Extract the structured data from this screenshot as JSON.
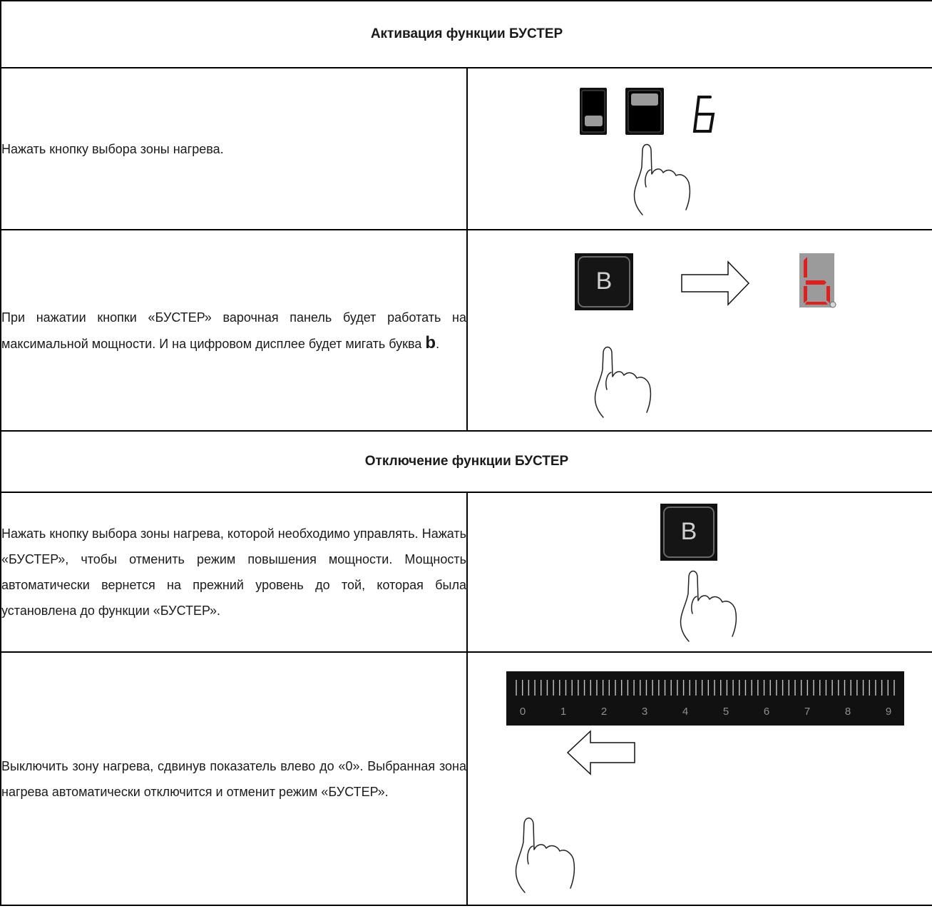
{
  "activation": {
    "title": "Активация функции БУСТЕР",
    "step1_text": "Нажать кнопку выбора зоны нагрева.",
    "step1_display_digit": "6",
    "step2_text_before": "При нажатии кнопки «БУСТЕР» варочная панель будет работать на максимальной мощности. И на цифровом дисплее будет мигать буква ",
    "step2_text_letter": "b",
    "step2_text_after": ".",
    "booster_key": "B"
  },
  "deactivation": {
    "title": "Отключение функции БУСТЕР",
    "step1_text": "Нажать кнопку выбора зоны нагрева, которой необходимо управлять. Нажать «БУСТЕР», чтобы отменить режим повышения мощности. Мощность автоматически вернется на прежний уровень до той, которая была установлена до функции «БУСТЕР».",
    "booster_key": "B",
    "step2_text": "Выключить зону нагрева, сдвинув показатель влево до «0». Выбранная зона нагрева автоматически отключится и отменит режим «БУСТЕР».",
    "slider_scale": [
      "0",
      "1",
      "2",
      "3",
      "4",
      "5",
      "6",
      "7",
      "8",
      "9"
    ],
    "slider_level": 0
  },
  "colors": {
    "led_red": "#e0201e",
    "key_dark": "#1b1b1b",
    "slider_bg": "#111111"
  }
}
